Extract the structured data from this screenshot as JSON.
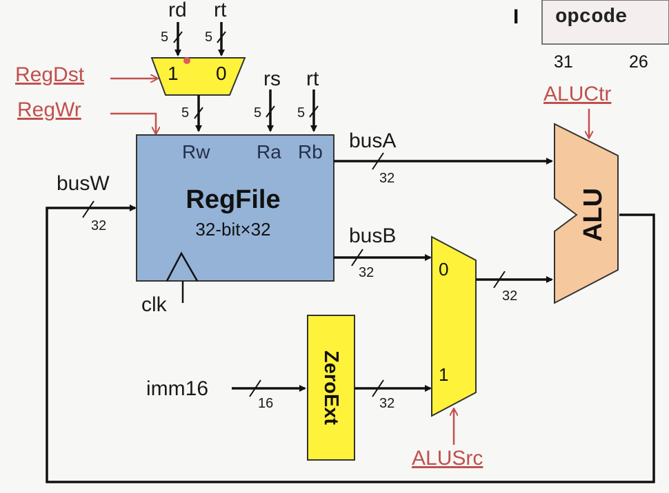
{
  "instruction_format": {
    "type_label": "I",
    "field": "opcode",
    "bit_high": "31",
    "bit_low": "26"
  },
  "mux_regdst": {
    "in_rd": "rd",
    "in_rt": "rt",
    "sel1": "1",
    "sel0": "0",
    "in_width_rd": "5",
    "in_width_rt": "5",
    "out_width": "5"
  },
  "regfile": {
    "title": "RegFile",
    "subtitle": "32-bit×32",
    "port_rw": "Rw",
    "port_ra": "Ra",
    "port_rb": "Rb",
    "clock": "clk"
  },
  "reg_inputs": {
    "rs": "rs",
    "rt": "rt",
    "rs_width": "5",
    "rt_width": "5"
  },
  "controls": {
    "regdst": "RegDst",
    "regwr": "RegWr",
    "aluctr": "ALUCtr",
    "alusrc": "ALUSrc"
  },
  "buses": {
    "busA": "busA",
    "busA_width": "32",
    "busB": "busB",
    "busB_width": "32",
    "busW": "busW",
    "busW_width": "32",
    "mux_out_width": "32",
    "imm16": "imm16",
    "imm16_width": "16",
    "zeroext_out_width": "32"
  },
  "mux_alusrc": {
    "sel0": "0",
    "sel1": "1"
  },
  "zeroext": {
    "label": "ZeroExt"
  },
  "alu": {
    "label": "ALU"
  },
  "colors": {
    "regfile_fill": "#95b3d7",
    "mux_fill": "#fff23a",
    "alu_fill": "#f6c89e",
    "control": "#c0504d"
  }
}
